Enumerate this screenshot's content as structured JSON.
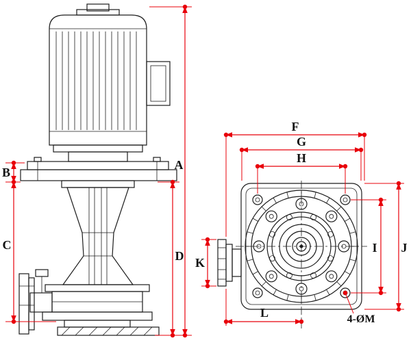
{
  "diagram": {
    "colors": {
      "background": "#ffffff",
      "line": "#1c1c1c",
      "dimension": "#e8000a"
    },
    "labels": {
      "A": "A",
      "B": "B",
      "C": "C",
      "D": "D",
      "F": "F",
      "G": "G",
      "H": "H",
      "I": "I",
      "J": "J",
      "K": "K",
      "L": "L",
      "holes": "4-ØM"
    }
  }
}
